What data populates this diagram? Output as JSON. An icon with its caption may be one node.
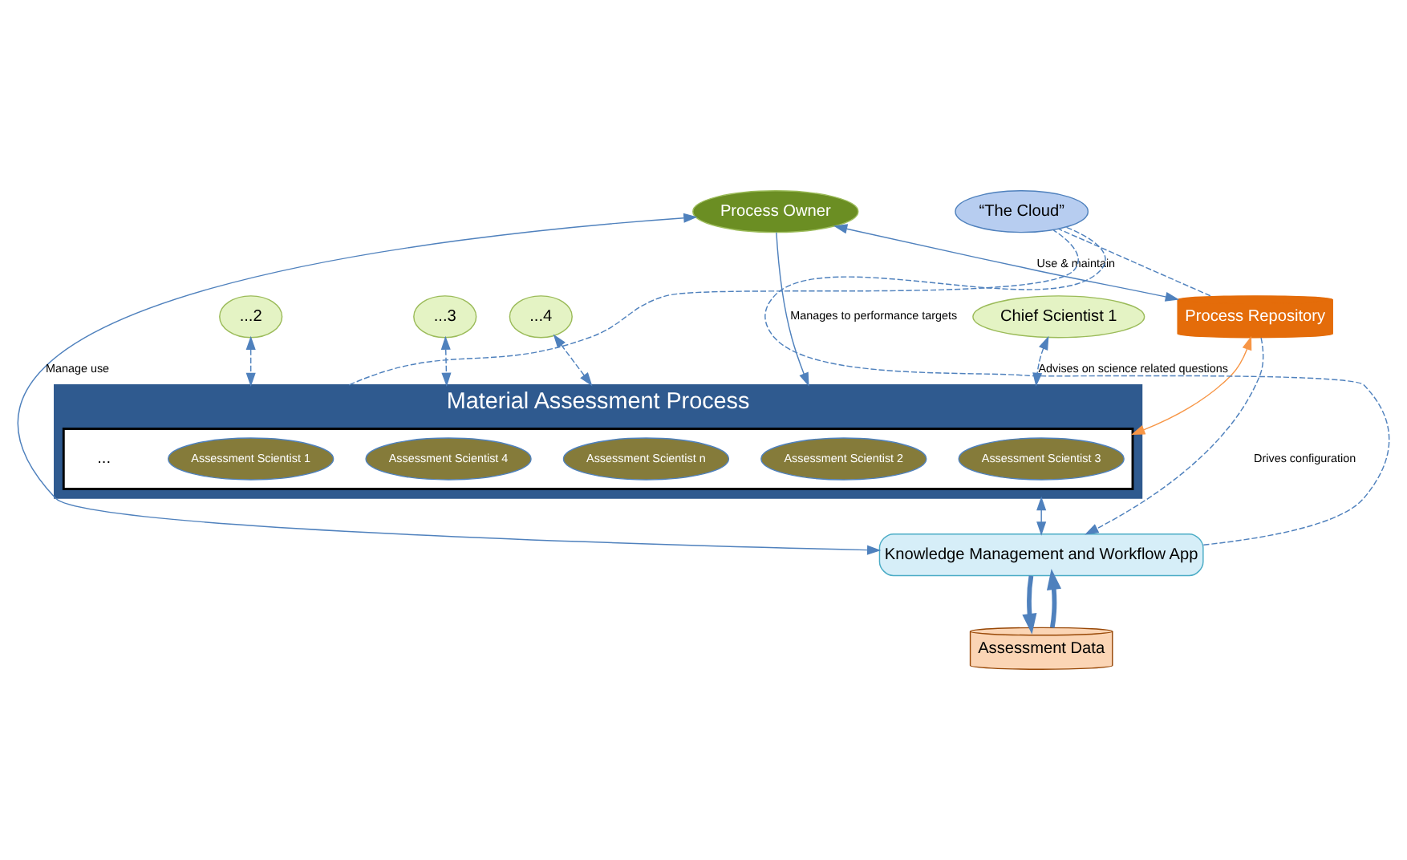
{
  "diagram": {
    "nodes": [
      {
        "text": [
          "Chief Scientist 1"
        ]
      },
      {
        "text": [
          "...2"
        ]
      },
      {
        "text": [
          "...3"
        ]
      },
      {
        "text": [
          "...4"
        ]
      },
      {
        "text": [
          "Process Owner"
        ]
      },
      {
        "text": [
          "Material Assessment Process"
        ]
      },
      {
        "text": [],
        "shape": "picture",
        "in": 5
      },
      {
        "text": [
          "Assessment Scientist 3"
        ],
        "in": 6
      },
      {
        "text": [
          "Assessment Scientist 1"
        ],
        "in": 6
      },
      {
        "text": [
          "Assessment Scientist 4"
        ],
        "in": 6
      },
      {
        "text": [
          "Assessment Scientist n"
        ],
        "in": 6
      },
      {
        "text": [
          "Assessment Scientist 2"
        ],
        "in": 6
      },
      {
        "text": [
          "“The Cloud”"
        ]
      },
      {
        "text": [
          "Process Repository"
        ]
      },
      {
        "text": [
          "Knowledge Management and Workflow App"
        ]
      },
      {
        "text": [
          "Assessment Data"
        ]
      }
    ],
    "edges": [
      {
        "from": 0,
        "to": 5,
        "arrow": "both",
        "style": "dashed",
        "label": "Advises on science related questions"
      },
      {
        "from": 1,
        "to": 5,
        "arrow": "both",
        "style": "dashed"
      },
      {
        "from": 2,
        "to": 5,
        "arrow": "both",
        "style": "dashed"
      },
      {
        "from": 3,
        "to": 5,
        "arrow": "both",
        "style": "dashed"
      },
      {
        "from": 4,
        "to": 5,
        "arrow": "to",
        "label": "Manages to performance targets"
      },
      {
        "from": 4,
        "to": 13,
        "arrow": "both",
        "label": "Use & maintain"
      },
      {
        "from": 13,
        "to": 6,
        "arrow": "both",
        "color": "#f79646"
      },
      {
        "from": 4,
        "to": 14,
        "arrow": "both",
        "label": "Manage use"
      },
      {
        "from": 13,
        "to": 14,
        "arrow": "to",
        "style": "dashed",
        "label": "Drives configuration"
      },
      {
        "from": 5,
        "to": 14,
        "arrow": "both"
      },
      {
        "from": 5,
        "to": 12,
        "arrow": "none",
        "style": "dashed"
      },
      {
        "from": 13,
        "to": 12,
        "arrow": "none",
        "style": "dashed"
      },
      {
        "from": 14,
        "to": 12,
        "arrow": "none",
        "style": "dashed"
      },
      {
        "from": 15,
        "to": 14,
        "arrow": "to",
        "style": "thick"
      },
      {
        "from": 14,
        "to": 15,
        "arrow": "to",
        "style": "thick"
      }
    ],
    "labels": [
      "..."
    ]
  }
}
